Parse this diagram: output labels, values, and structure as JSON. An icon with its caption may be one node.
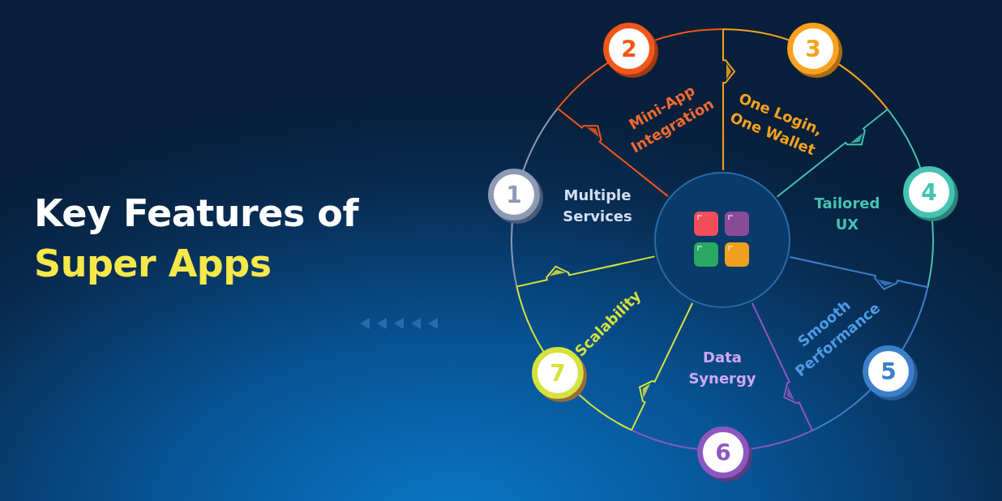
{
  "diagram": {
    "title": "Key Features of **Super Apps**",
    "nodes": [
      {
        "text": [],
        "shape": "picture"
      },
      {
        "text": [
          "1"
        ],
        "beside": [
          "Multiple Services"
        ]
      },
      {
        "text": [
          "2"
        ],
        "beside": [
          "Mini-App Integration"
        ]
      },
      {
        "text": [
          "3"
        ],
        "beside": [
          "One Login, One Wallet"
        ]
      },
      {
        "text": [
          "4"
        ],
        "beside": [
          "Tailored UX"
        ]
      },
      {
        "text": [
          "5"
        ],
        "beside": [
          "Smooth Performance"
        ]
      },
      {
        "text": [
          "6"
        ],
        "beside": [
          "Data Synergy"
        ]
      },
      {
        "text": [
          "7"
        ],
        "beside": [
          "Scalability"
        ]
      }
    ]
  }
}
